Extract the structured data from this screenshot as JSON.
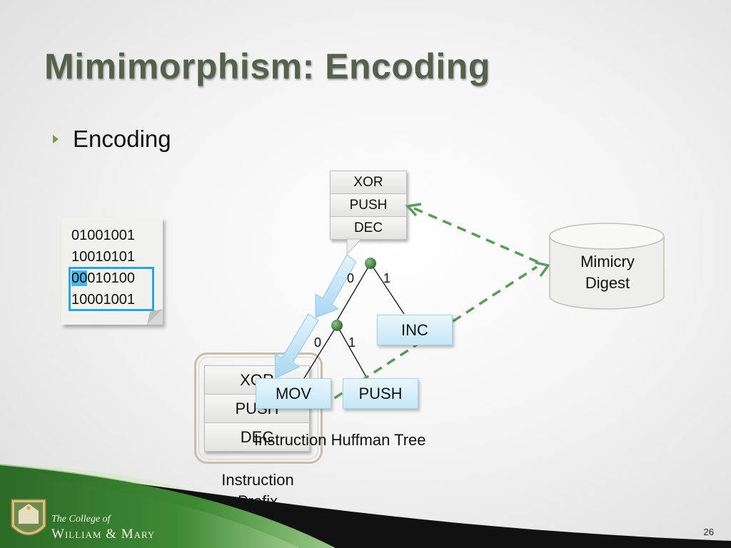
{
  "title": "Mimimorphism: Encoding",
  "bullet": "Encoding",
  "binary": {
    "lines": [
      "01001001",
      "10010101",
      "00010100",
      "10001001"
    ],
    "highlighted_prefix": "00",
    "highlighted_rest": "010100"
  },
  "top_stack": [
    "XOR",
    "PUSH",
    "DEC"
  ],
  "prefix_stack": [
    "XOR",
    "PUSH",
    "DEC"
  ],
  "tree": {
    "root_edges": [
      "0",
      "1"
    ],
    "child_edges": [
      "0",
      "1"
    ],
    "leaves": {
      "inc": "INC",
      "mov": "MOV",
      "push": "PUSH"
    },
    "caption": "Instruction Huffman Tree"
  },
  "prefix_caption_line1": "Instruction",
  "prefix_caption_line2": "Prefix",
  "digest": {
    "line1": "Mimicry",
    "line2": "Digest"
  },
  "footer": {
    "college_line1": "The College of",
    "college_line2": "William & Mary"
  },
  "slide_number": "26",
  "colors": {
    "title": "#55614c",
    "accent_blue": "#2aa5de",
    "arrow_green": "#5a9a5a",
    "footer_green": "#2f6b2a"
  }
}
